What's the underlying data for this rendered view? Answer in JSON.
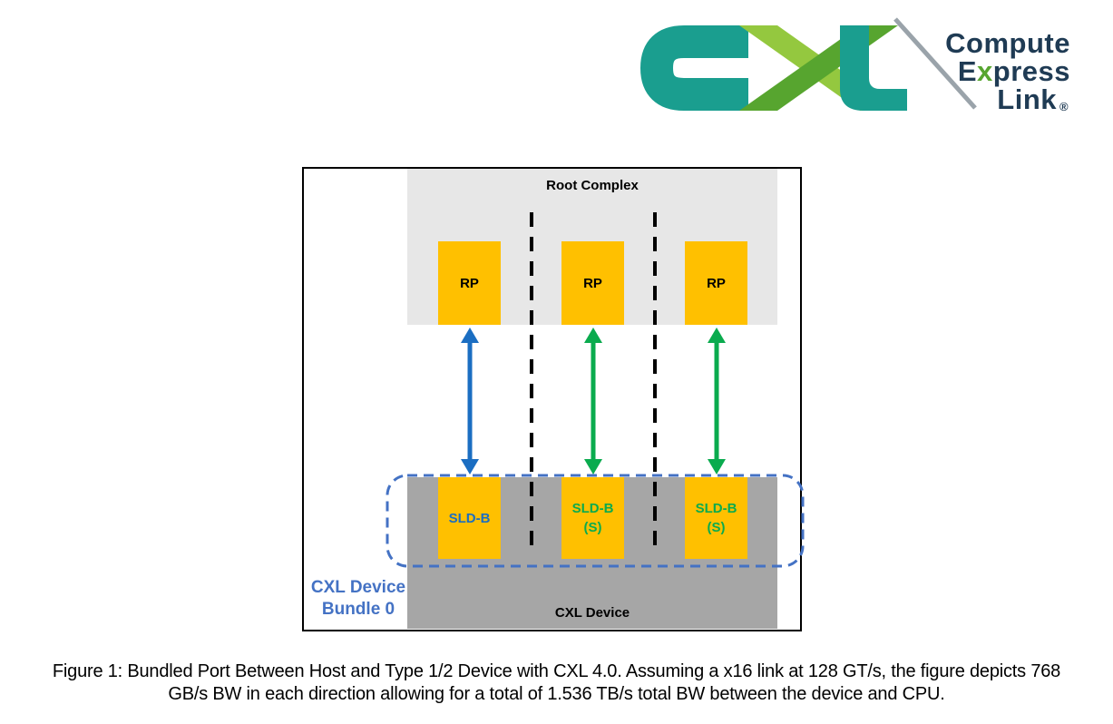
{
  "colors": {
    "orange": "#FFC000",
    "gray_light": "#E7E7E7",
    "gray_mid": "#A6A6A6",
    "blue": "#1B6EC2",
    "green": "#0AAB4E",
    "dash_blue": "#4472C4",
    "navy": "#1F3B54",
    "teal": "#1A9E8F",
    "green_light": "#94C83F",
    "green_dark": "#57A52F",
    "slash_gray": "#9AA3AA",
    "ink": "#000000"
  },
  "logo": {
    "brand": "CXL",
    "wordmark": {
      "line1": "Compute",
      "line2_parts": [
        "E",
        "x",
        "press"
      ],
      "line3": "Link",
      "registered": "®"
    }
  },
  "diagram": {
    "root_complex_label": "Root Complex",
    "rp_labels": [
      "RP",
      "RP",
      "RP"
    ],
    "device_label": "CXL Device",
    "sld_boxes": [
      {
        "label": "SLD-B",
        "sub": "",
        "text_color": "#1B6EC2"
      },
      {
        "label": "SLD-B",
        "sub": "(S)",
        "text_color": "#0AAB4E"
      },
      {
        "label": "SLD-B",
        "sub": "(S)",
        "text_color": "#0AAB4E"
      }
    ],
    "bundle_label_line1": "CXL Device",
    "bundle_label_line2": "Bundle 0",
    "arrow_colors": [
      "#1B6EC2",
      "#0AAB4E",
      "#0AAB4E"
    ]
  },
  "caption": {
    "line1": "Figure 1: Bundled Port Between Host and Type 1/2 Device with CXL 4.0. Assuming a x16 link at 128 GT/s, the figure depicts 768",
    "line2": "GB/s BW in each direction allowing for a total of 1.536 TB/s total BW between the device and CPU."
  }
}
